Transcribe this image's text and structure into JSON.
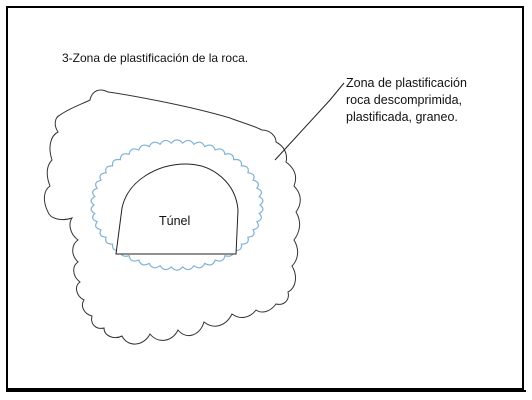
{
  "title": "3-Zona de plastificación de la roca.",
  "annotation_lines": [
    "Zona de plastificación",
    "roca descomprimida,",
    "plastificada, graneo."
  ],
  "tunnel_label": "Túnel",
  "colors": {
    "frame": "#000000",
    "outer_zone_stroke": "#333333",
    "inner_zone_stroke": "#7fb2d6",
    "tunnel_stroke": "#222222",
    "text": "#111111"
  }
}
